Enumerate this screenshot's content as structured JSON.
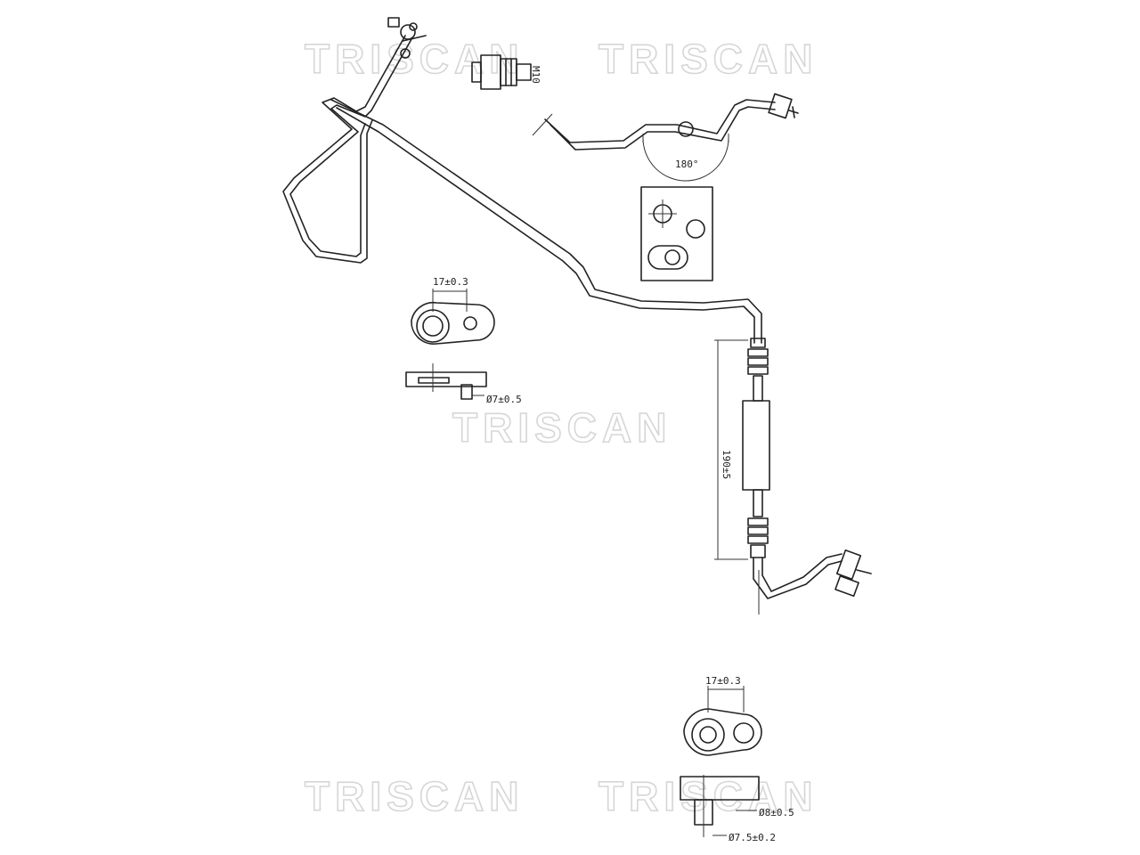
{
  "watermarks": [
    "TRISCAN",
    "TRISCAN",
    "TRISCAN",
    "TRISCAN",
    "TRISCAN"
  ],
  "dimensions": {
    "width_top": "17±0.3",
    "hole_top": "Ø7±0.5",
    "angle": "180°",
    "length": "190±5",
    "width_bottom": "17±0.3",
    "hole_bottom_1": "Ø8±0.5",
    "hole_bottom_2": "Ø7.5±0.2",
    "fitting_label": "M10"
  }
}
